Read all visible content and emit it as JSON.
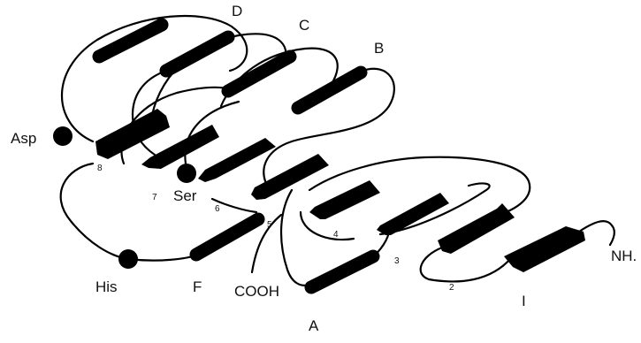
{
  "labels": {
    "helix_d": "D",
    "helix_c": "C",
    "helix_b": "B",
    "helix_a": "A",
    "helix_f": "F",
    "strand_1": "I",
    "asp": "Asp",
    "ser": "Ser",
    "his": "His",
    "cooh": "COOH",
    "nh": "NH.",
    "n8": "8",
    "n7": "7",
    "n6": "6",
    "n5": "5",
    "n4": "4",
    "n3": "3",
    "n2": "2"
  },
  "colors": {
    "ink": "#000000",
    "background": "#ffffff"
  },
  "icons": [
    "active-site-dot",
    "beta-strand-arrow",
    "alpha-helix-cylinder"
  ]
}
